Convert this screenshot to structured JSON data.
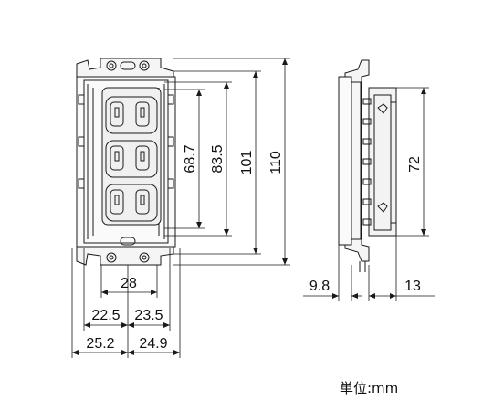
{
  "front_view": {
    "height_dims": [
      "68.7",
      "83.5",
      "101",
      "110"
    ],
    "width_dims": [
      "28",
      "22.5",
      "23.5",
      "25.2",
      "24.9"
    ]
  },
  "side_view": {
    "height_dims": [
      "72"
    ],
    "depth_dims": [
      "9.8",
      "13"
    ]
  },
  "unit_label": "単位:mm"
}
